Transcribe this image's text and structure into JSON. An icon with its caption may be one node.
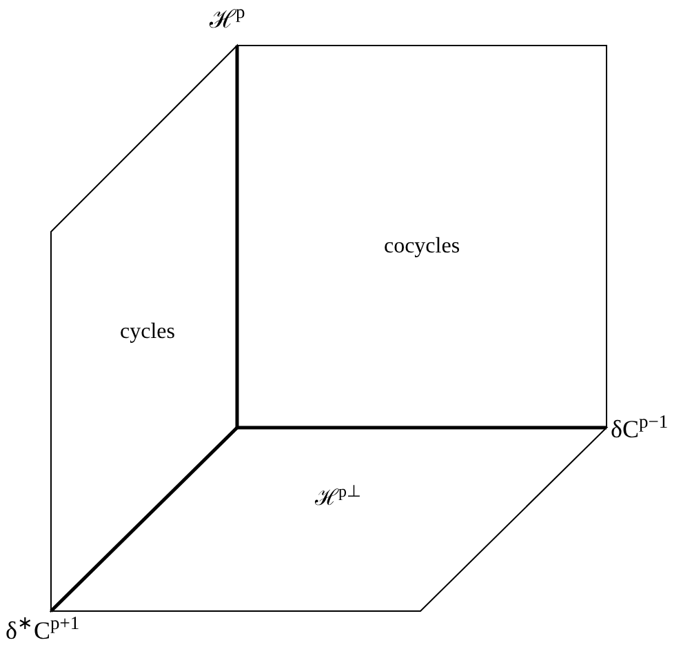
{
  "diagram": {
    "nodes": [
      {
        "text": [
          "cocycles"
        ]
      },
      {
        "text": [
          "cycles"
        ]
      },
      {
        "text": [
          "ℋ$^{p⊥}$"
        ]
      }
    ],
    "labels": [
      "ℋ$^{p}$",
      "δC$^{p−1}$",
      "δ$^{∗}$C$^{p+1}$"
    ]
  }
}
